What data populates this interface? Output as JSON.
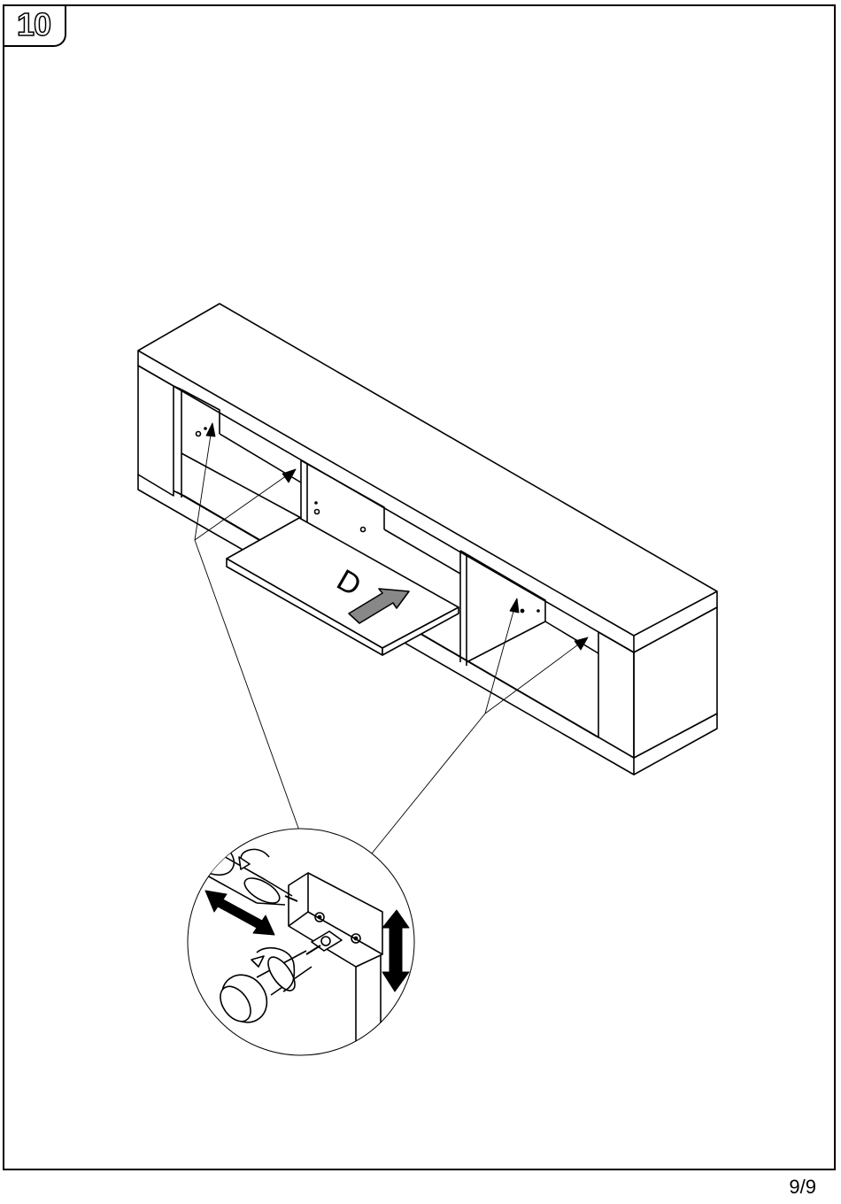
{
  "step": {
    "number": "10"
  },
  "part": {
    "label": "D"
  },
  "page": {
    "number": "9/9"
  },
  "icons": [
    "shelf-arrow-icon",
    "screwdriver-icon",
    "rotate-icon",
    "move-horizontal-icon",
    "move-vertical-icon",
    "hinge-icon"
  ]
}
